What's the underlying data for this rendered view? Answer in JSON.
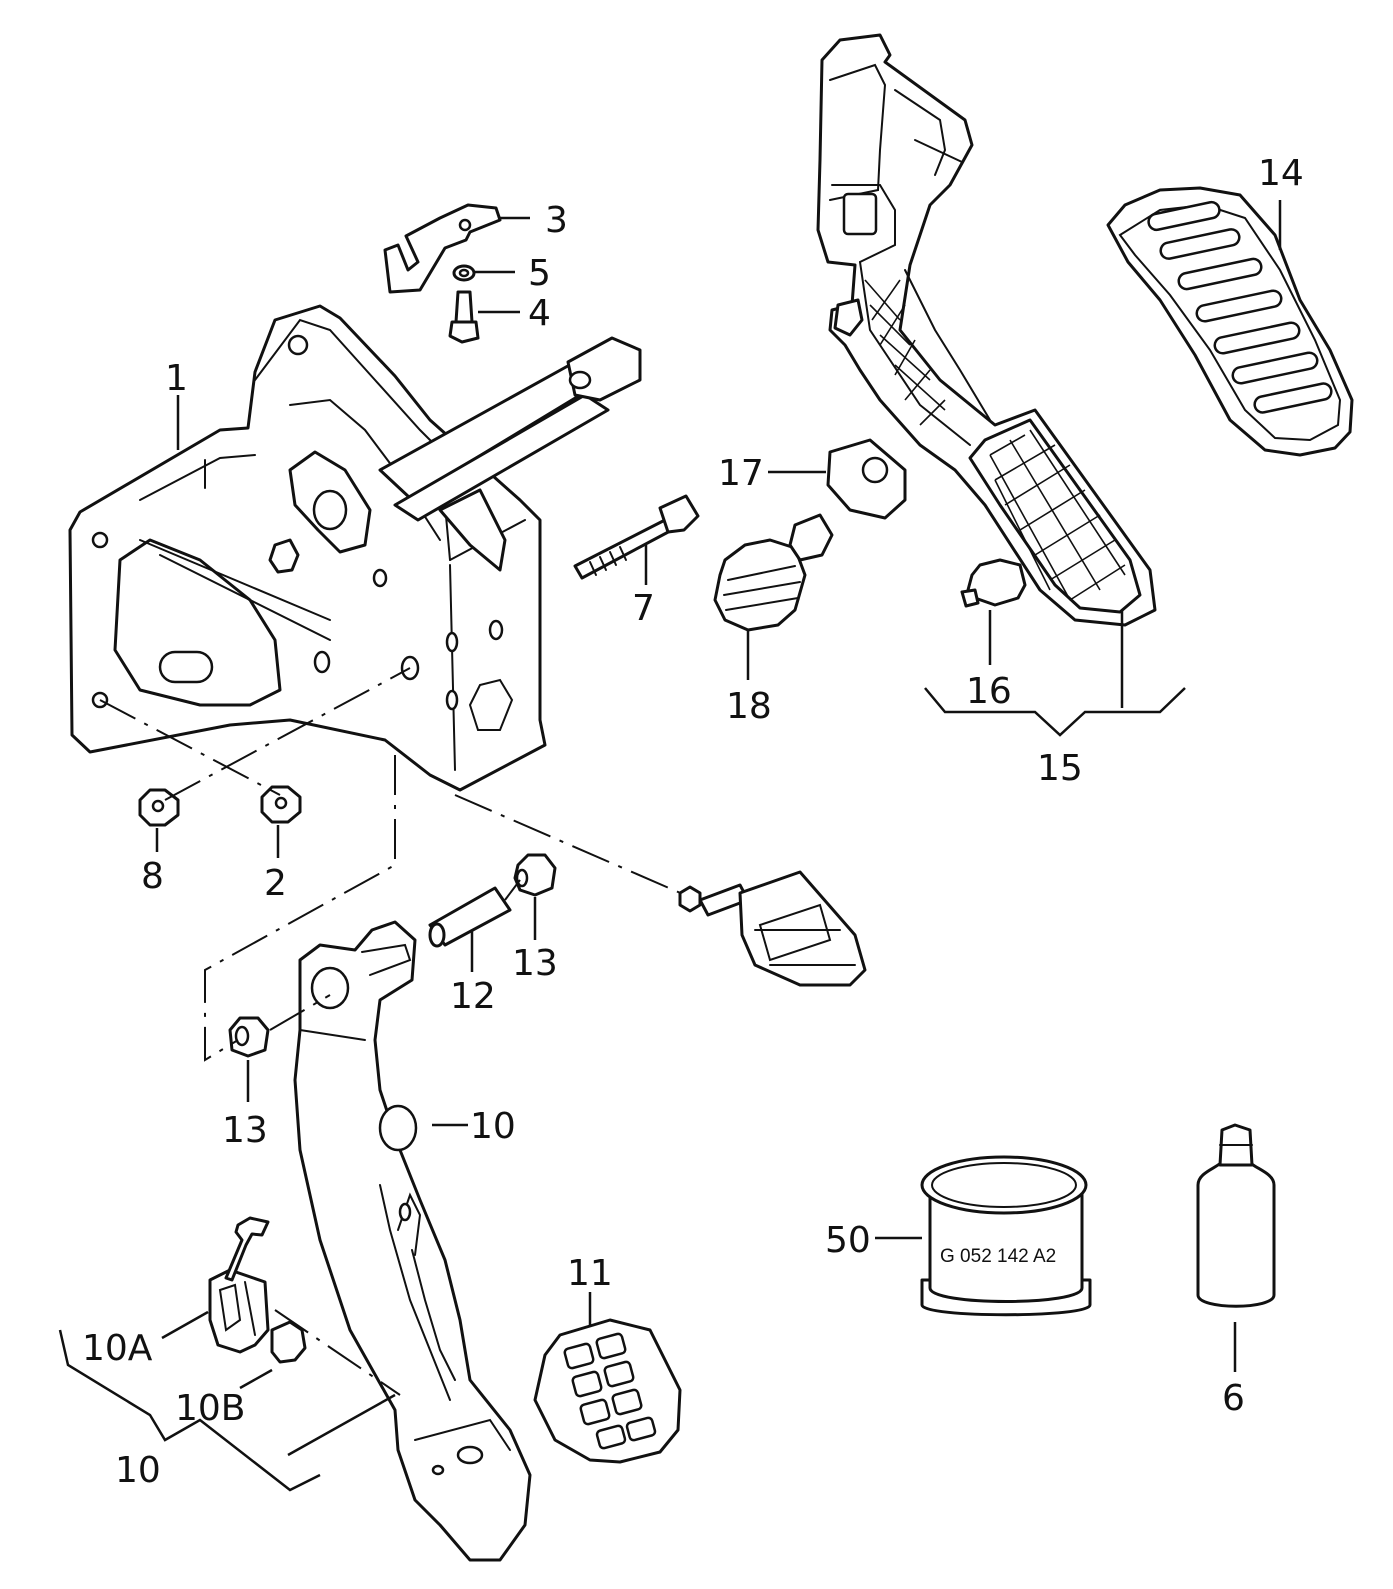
{
  "callouts": {
    "c1": "1",
    "c2": "2",
    "c3": "3",
    "c4": "4",
    "c5": "5",
    "c6": "6",
    "c7": "7",
    "c8": "8",
    "c10a": "10",
    "c10b": "10",
    "c10A": "10A",
    "c10B": "10B",
    "c11": "11",
    "c12": "12",
    "c13a": "13",
    "c13b": "13",
    "c14": "14",
    "c15": "15",
    "c16": "16",
    "c17": "17",
    "c18": "18",
    "c50": "50"
  },
  "can_label": "G 052 142 A2"
}
